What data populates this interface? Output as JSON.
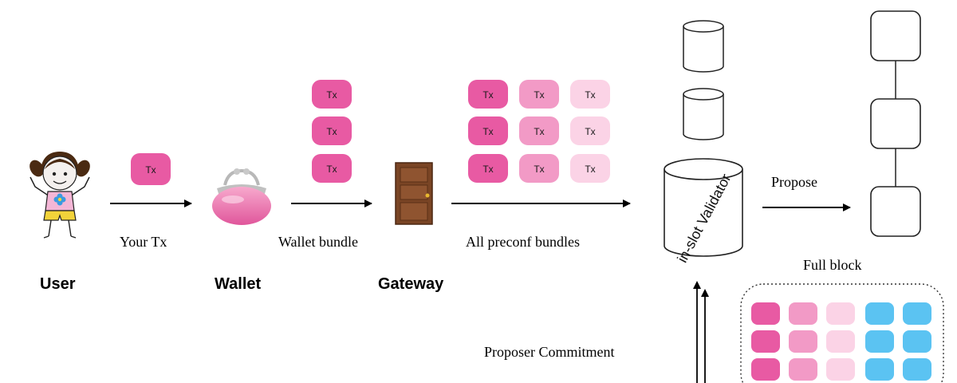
{
  "actors": {
    "user": "User",
    "wallet": "Wallet",
    "gateway": "Gateway",
    "validator": "in-slot Validator"
  },
  "edges": {
    "your_tx": "Your Tx",
    "wallet_bundle": "Wallet bundle",
    "all_preconf_bundles": "All preconf bundles",
    "propose": "Propose",
    "proposer_commitment": "Proposer Commitment"
  },
  "labels": {
    "full_block": "Full block",
    "tx": "Tx"
  },
  "colors": {
    "tx_dark": "#e85aa3",
    "tx_medium": "#f29ac6",
    "tx_light": "#fbd3e6",
    "tx_blue": "#5bc3f2"
  },
  "icons": {
    "user": "child-figure-icon",
    "wallet": "pink-coin-purse-icon",
    "gateway": "wooden-door-icon",
    "validator": "database-cylinder-icon"
  }
}
